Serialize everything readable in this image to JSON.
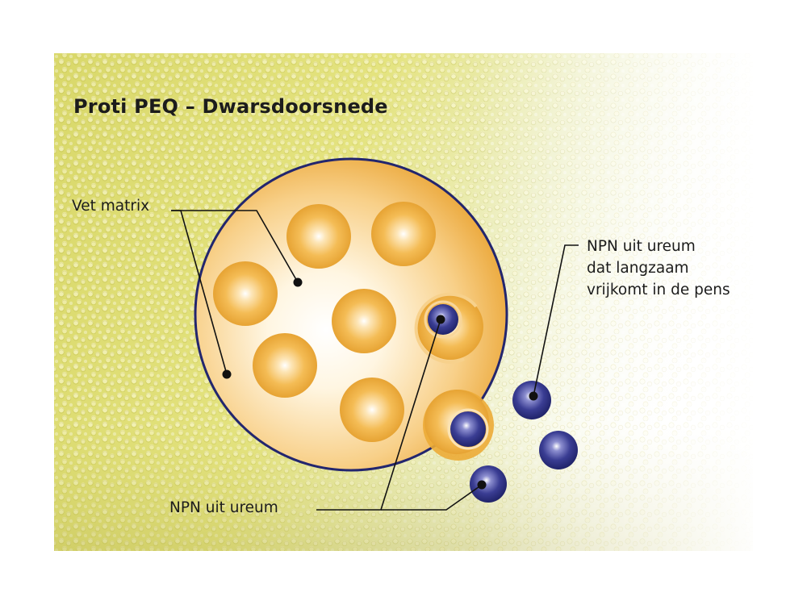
{
  "title": "Proti PEQ – Dwarsdoorsnede",
  "labels": {
    "fat_matrix": "Vet matrix",
    "npn_urea": "NPN uit ureum",
    "slow_release": [
      "NPN uit ureum",
      "dat langzaam",
      "vrijkomt in de pens"
    ]
  },
  "colors": {
    "background_yellow": "#e4e278",
    "fat_matrix_orange": "#f0b43c",
    "npn_blue": "#2e3283",
    "outline_navy": "#23266e"
  }
}
